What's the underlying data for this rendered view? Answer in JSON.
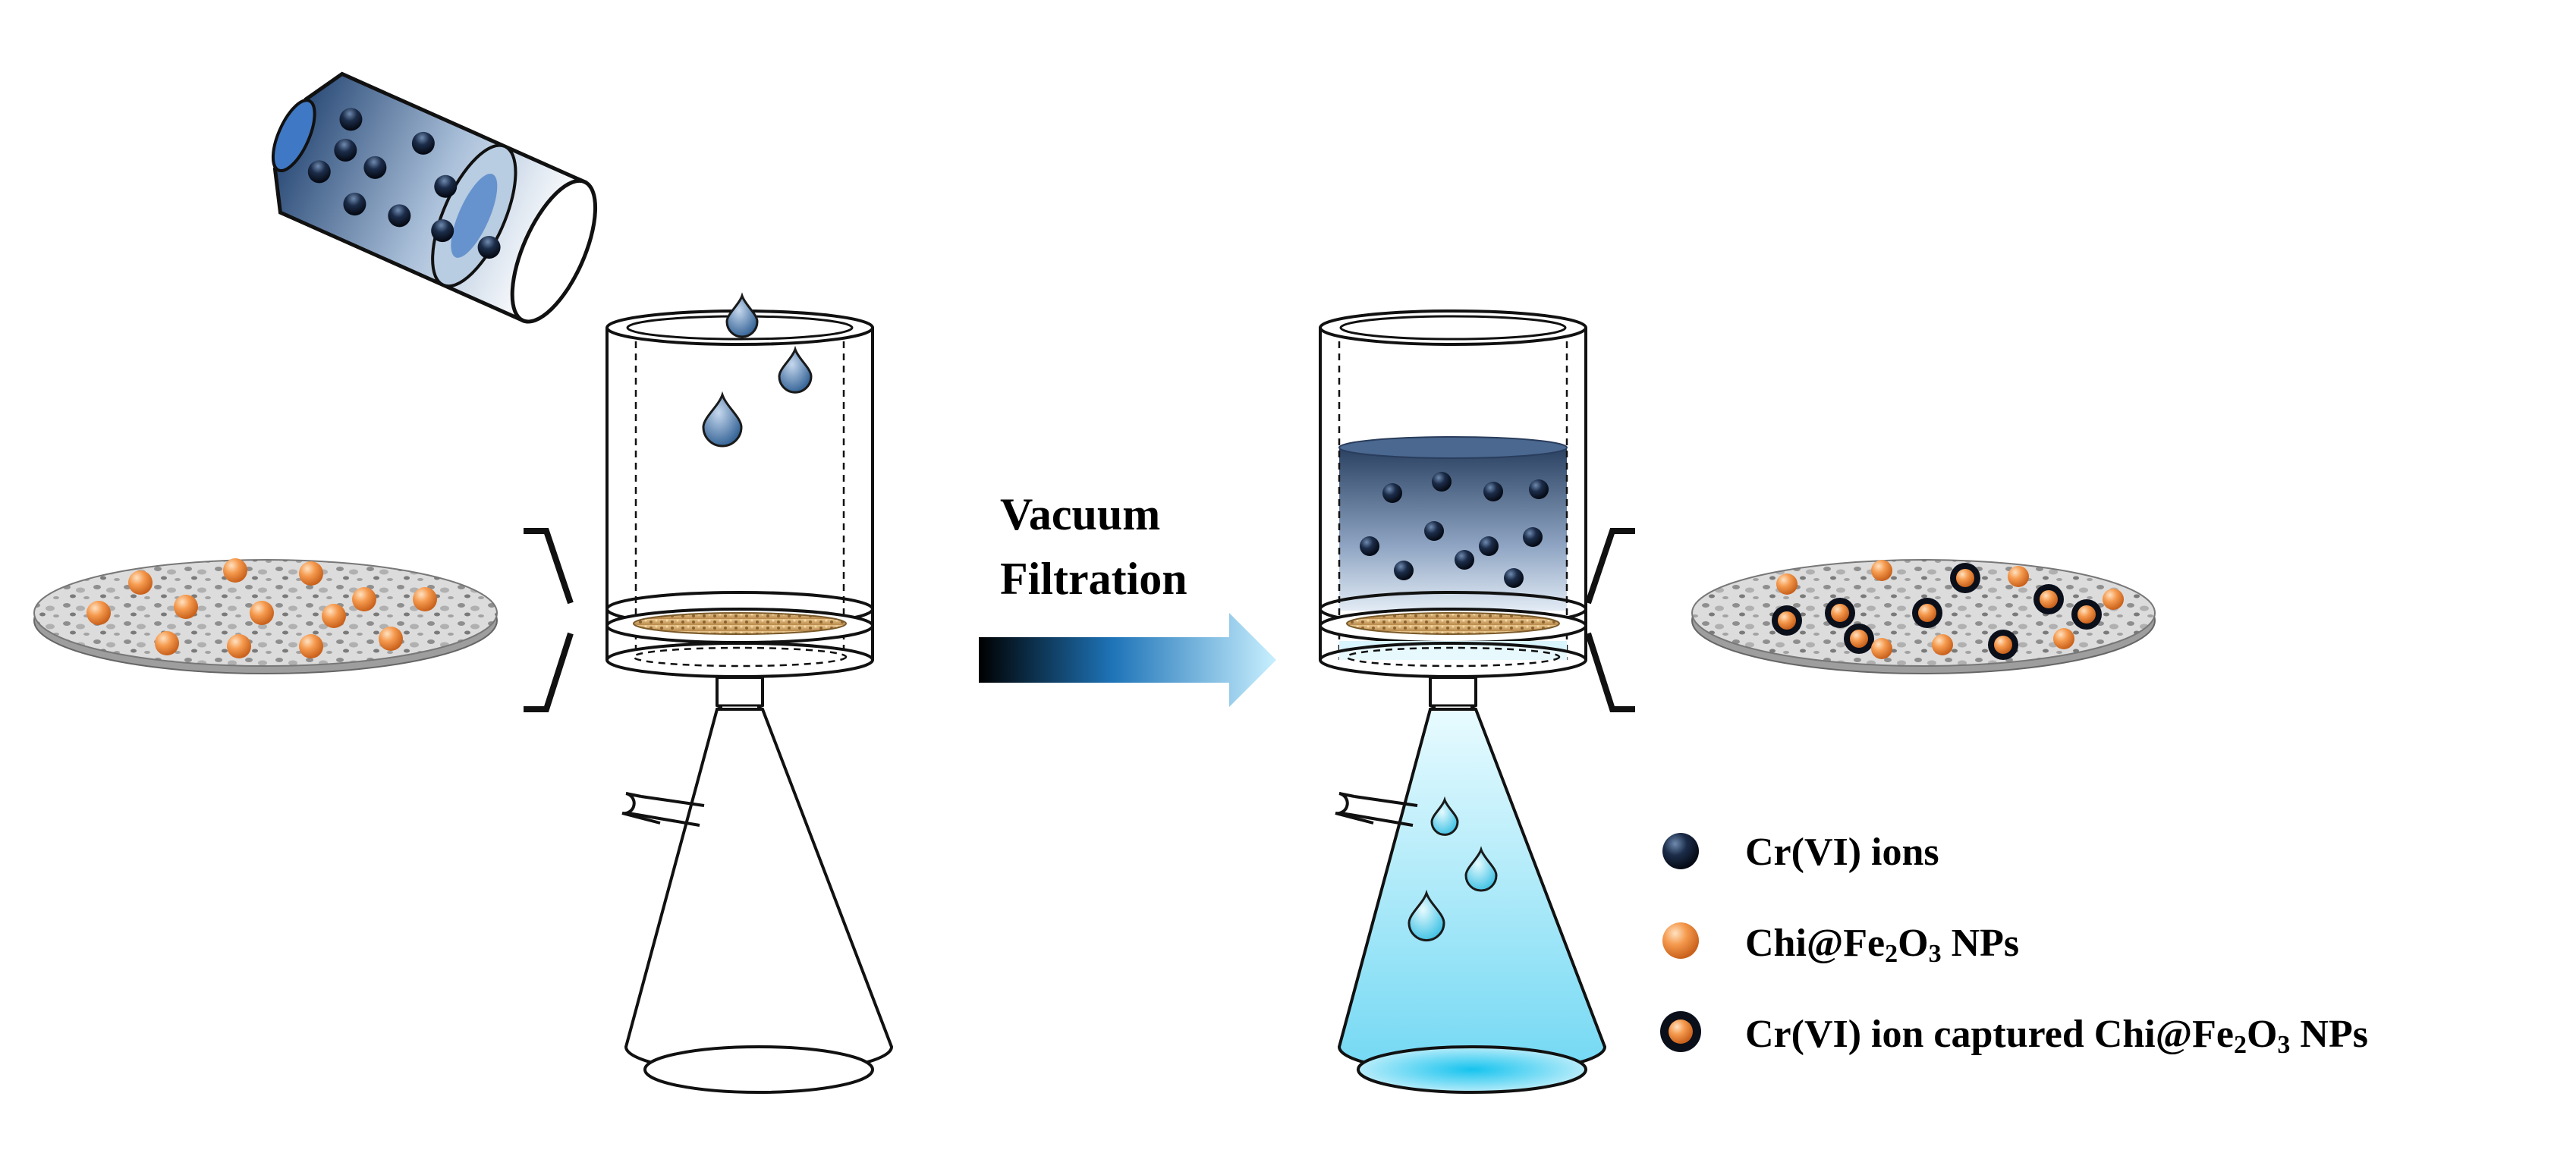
{
  "arrow": {
    "line1": "Vacuum",
    "line2": "Filtration"
  },
  "legend": {
    "cr_ions": "Cr(VI) ions",
    "np": {
      "prefix": "Chi@Fe",
      "sub1": "2",
      "mid": "O",
      "sub2": "3",
      "suffix": " NPs"
    },
    "captured": {
      "prefix": "Cr(VI) ion captured Chi@Fe",
      "sub1": "2",
      "mid": "O",
      "sub2": "3",
      "suffix": " NPs"
    }
  },
  "colors": {
    "cr_ion": "#0f1a2e",
    "np_orange": "#f08a3c",
    "filtrate": "#9fe3f7",
    "filter_bed": "#d4a76a",
    "outline": "#1a1a1a"
  },
  "icons": [
    "tilted-vial-icon",
    "droplet-icon",
    "filter-funnel-icon",
    "flask-icon",
    "filter-disc-icon",
    "bracket-icon",
    "gradient-arrow-icon"
  ]
}
